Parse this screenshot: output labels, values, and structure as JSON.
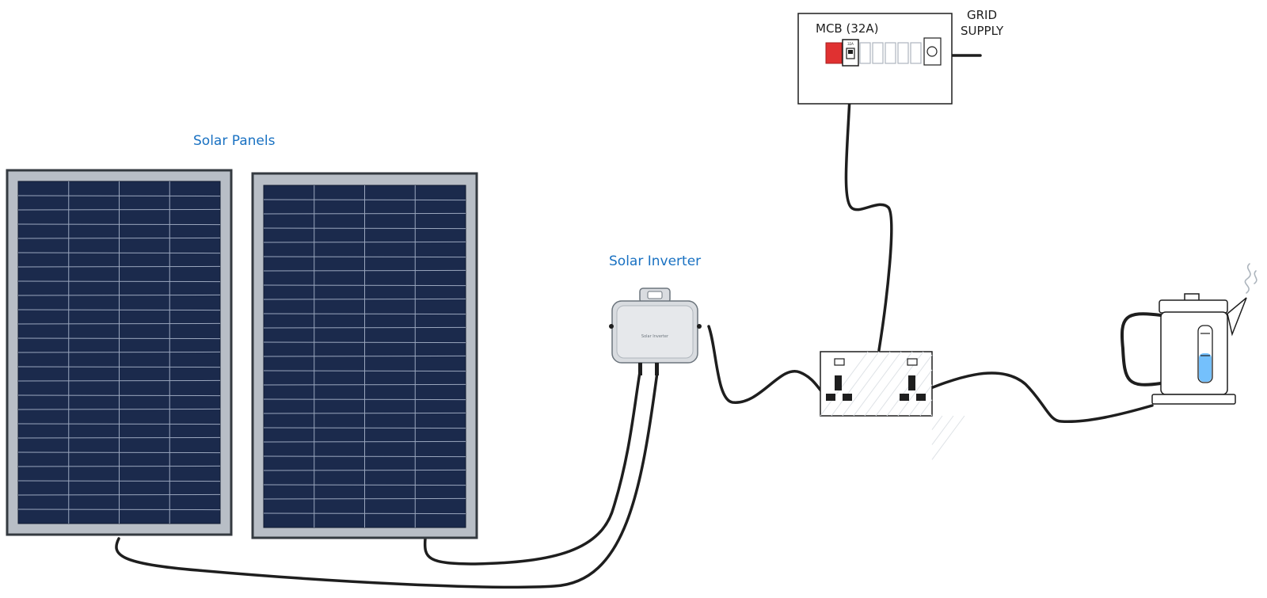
{
  "labels": {
    "solar_panels": "Solar Panels",
    "solar_inverter": "Solar Inverter",
    "mcb": "MCB (32A)",
    "grid_line1": "GRID",
    "grid_line2": "SUPPLY"
  },
  "inverter_brand": "Solar Inverter",
  "breaker_rating": "32A",
  "colors": {
    "panel_frame": "#b8bec6",
    "panel_cell": "#1b2a4c",
    "panel_grid": "#9aa6bd",
    "cable": "#1e1e1e",
    "label_blue": "#1971c2",
    "mcb_red": "#e03131",
    "kettle_water": "#74c0fc",
    "inverter_body": "#d9dce0"
  }
}
